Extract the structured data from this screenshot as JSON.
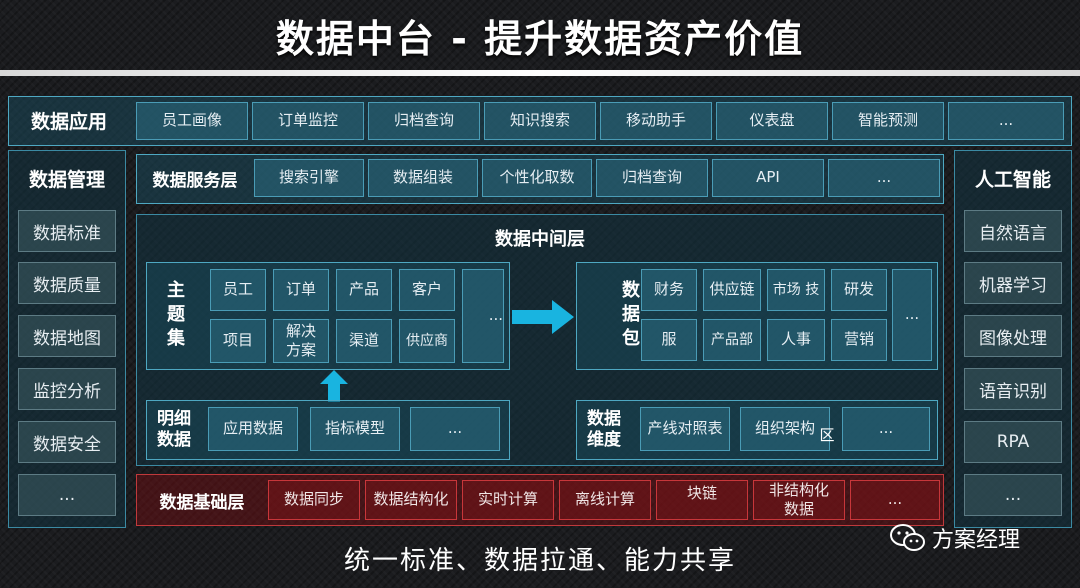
{
  "title": "数据中台 - 提升数据资产价值",
  "footer": "统一标准、数据拉通、能力共享",
  "brand": {
    "name": "方案经理",
    "icon": "wechat-icon"
  },
  "app_layer": {
    "label": "数据应用",
    "items": [
      "员工画像",
      "订单监控",
      "归档查询",
      "知识搜索",
      "移动助手",
      "仪表盘",
      "智能预测",
      "..."
    ]
  },
  "management": {
    "label": "数据管理",
    "items": [
      "数据标准",
      "数据质量",
      "数据地图",
      "监控分析",
      "数据安全",
      "..."
    ]
  },
  "ai": {
    "label": "人工智能",
    "items": [
      "自然语言",
      "机器学习",
      "图像处理",
      "语音识别",
      "RPA",
      "..."
    ]
  },
  "service_layer": {
    "label": "数据服务层",
    "items": [
      "搜索引擎",
      "数据组装",
      "个性化取数",
      "归档查询",
      "API",
      "..."
    ]
  },
  "middle_layer": {
    "label": "数据中间层",
    "subject": {
      "label": "主题集",
      "items": [
        "员工",
        "订单",
        "产品",
        "客户",
        "项目",
        "解决方案",
        "渠道",
        "供应商",
        "..."
      ]
    },
    "package": {
      "label": "数据包",
      "items": [
        "财务",
        "供应链",
        "市场 技",
        "研发",
        "服",
        "产品部",
        "人事",
        "营销",
        "..."
      ]
    },
    "detail": {
      "label": "明细数据",
      "items": [
        "应用数据",
        "指标模型",
        "..."
      ]
    },
    "dimension": {
      "label": "数据维度",
      "items": [
        "产线对照表",
        "组织架构",
        "区",
        "..."
      ]
    }
  },
  "foundation": {
    "label": "数据基础层",
    "items": [
      "数据同步",
      "数据结构化",
      "实时计算",
      "离线计算",
      "块链",
      "非结构化数据",
      "..."
    ]
  },
  "colors": {
    "panel_border": "#4ea8c2",
    "cell_fill": "#2c6e84",
    "foundation_red": "#c8363a",
    "arrow": "#19b4e0"
  }
}
